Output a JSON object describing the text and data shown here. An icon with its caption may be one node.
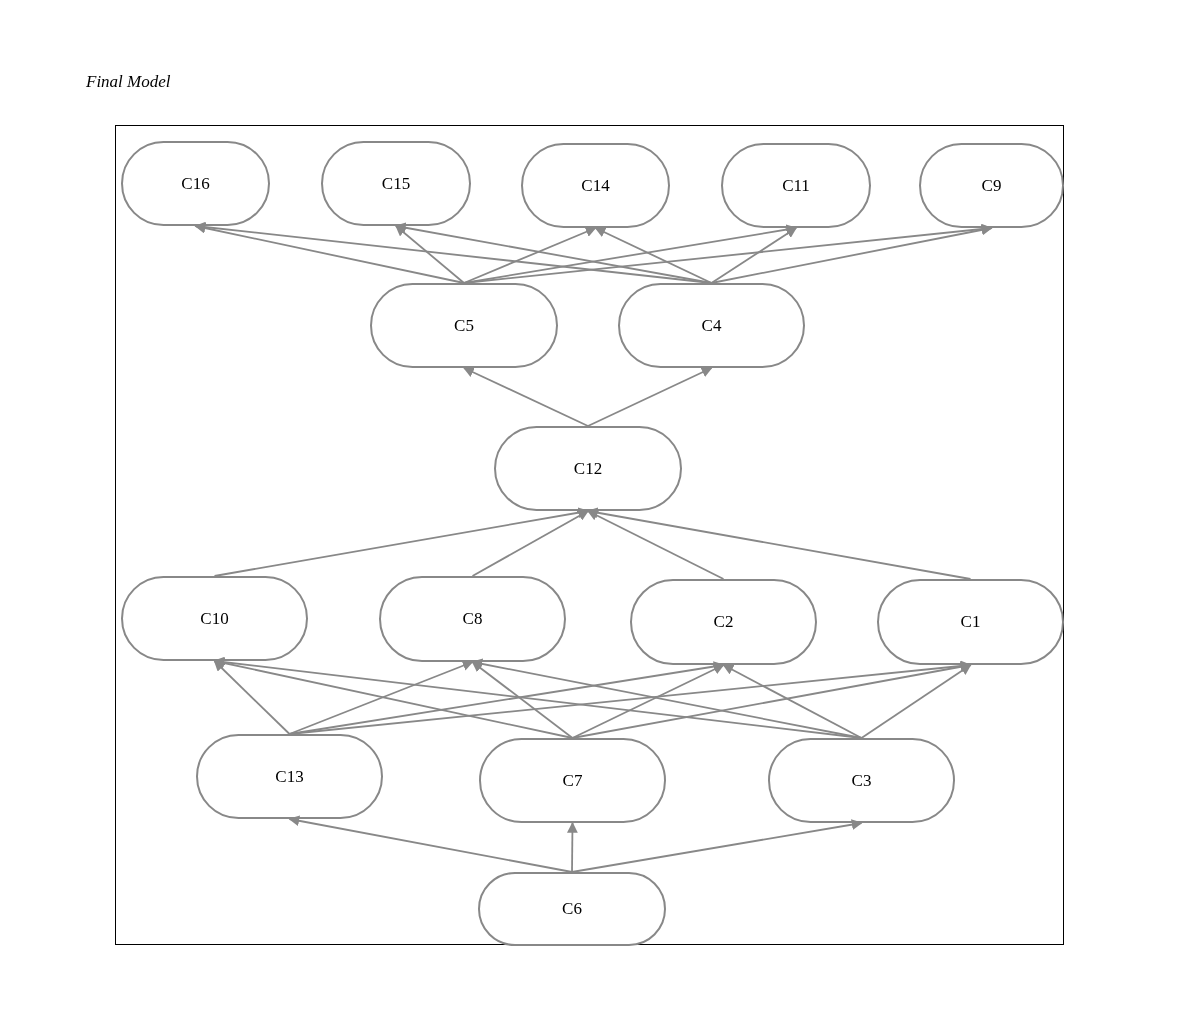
{
  "diagram": {
    "title": "Final Model",
    "nodes": [
      {
        "text": [],
        "shape": "box"
      },
      {
        "text": [
          "C16"
        ],
        "in": 0
      },
      {
        "text": [
          "C15"
        ],
        "in": 0
      },
      {
        "text": [
          "C14"
        ],
        "in": 0
      },
      {
        "text": [
          "C11"
        ],
        "in": 0
      },
      {
        "text": [
          "C9"
        ],
        "in": 0
      },
      {
        "text": [
          "C5"
        ],
        "in": 0
      },
      {
        "text": [
          "C4"
        ],
        "in": 0
      },
      {
        "text": [
          "C12"
        ],
        "in": 0
      },
      {
        "text": [
          "C10"
        ],
        "in": 0
      },
      {
        "text": [
          "C8"
        ],
        "in": 0
      },
      {
        "text": [
          "C2"
        ],
        "in": 0
      },
      {
        "text": [
          "C1"
        ],
        "in": 0
      },
      {
        "text": [
          "C13"
        ],
        "in": 0
      },
      {
        "text": [
          "C7"
        ],
        "in": 0
      },
      {
        "text": [
          "C3"
        ],
        "in": 0
      },
      {
        "text": [
          "C6"
        ],
        "in": 0
      }
    ],
    "edges": [
      {
        "from": 6,
        "to": 1,
        "arrow": "to"
      },
      {
        "from": 6,
        "to": 2,
        "arrow": "to"
      },
      {
        "from": 6,
        "to": 3,
        "arrow": "to"
      },
      {
        "from": 6,
        "to": 4,
        "arrow": "to"
      },
      {
        "from": 6,
        "to": 5,
        "arrow": "to"
      },
      {
        "from": 7,
        "to": 1,
        "arrow": "to"
      },
      {
        "from": 7,
        "to": 2,
        "arrow": "to"
      },
      {
        "from": 7,
        "to": 3,
        "arrow": "to"
      },
      {
        "from": 7,
        "to": 4,
        "arrow": "to"
      },
      {
        "from": 7,
        "to": 5,
        "arrow": "to"
      },
      {
        "from": 8,
        "to": 6,
        "arrow": "to"
      },
      {
        "from": 8,
        "to": 7,
        "arrow": "to"
      },
      {
        "from": 9,
        "to": 8,
        "arrow": "to"
      },
      {
        "from": 10,
        "to": 8,
        "arrow": "to"
      },
      {
        "from": 11,
        "to": 8,
        "arrow": "to"
      },
      {
        "from": 12,
        "to": 8,
        "arrow": "to"
      },
      {
        "from": 13,
        "to": 9,
        "arrow": "to"
      },
      {
        "from": 13,
        "to": 10,
        "arrow": "to"
      },
      {
        "from": 13,
        "to": 11,
        "arrow": "to"
      },
      {
        "from": 13,
        "to": 12,
        "arrow": "to"
      },
      {
        "from": 14,
        "to": 9,
        "arrow": "to"
      },
      {
        "from": 14,
        "to": 10,
        "arrow": "to"
      },
      {
        "from": 14,
        "to": 11,
        "arrow": "to"
      },
      {
        "from": 14,
        "to": 12,
        "arrow": "to"
      },
      {
        "from": 15,
        "to": 9,
        "arrow": "to"
      },
      {
        "from": 15,
        "to": 10,
        "arrow": "to"
      },
      {
        "from": 15,
        "to": 11,
        "arrow": "to"
      },
      {
        "from": 15,
        "to": 12,
        "arrow": "to"
      },
      {
        "from": 16,
        "to": 13,
        "arrow": "to"
      },
      {
        "from": 16,
        "to": 14,
        "arrow": "to"
      },
      {
        "from": 16,
        "to": 15,
        "arrow": "to"
      }
    ]
  }
}
